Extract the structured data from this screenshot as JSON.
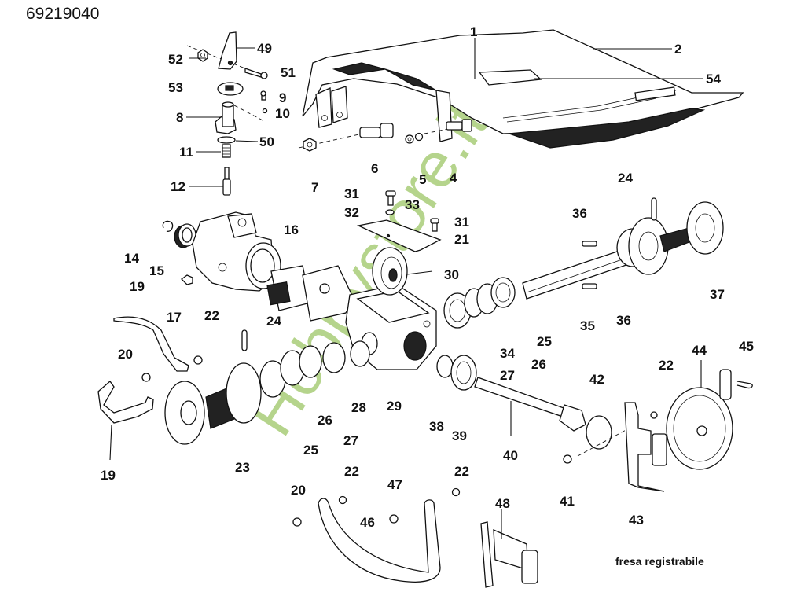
{
  "document": {
    "code": "69219040",
    "caption": "fresa registrabile",
    "watermark": "Hobbystore.it",
    "watermark_color": "#a9cd78"
  },
  "labels": {
    "l1": "1",
    "l2": "2",
    "l4": "4",
    "l5": "5",
    "l6": "6",
    "l7": "7",
    "l8": "8",
    "l9": "9",
    "l10": "10",
    "l11": "11",
    "l12": "12",
    "l14": "14",
    "l15": "15",
    "l16": "16",
    "l17": "17",
    "l19a": "19",
    "l19b": "19",
    "l20a": "20",
    "l20b": "20",
    "l21": "21",
    "l22a": "22",
    "l22b": "22",
    "l22c": "22",
    "l22d": "22",
    "l23": "23",
    "l24a": "24",
    "l24b": "24",
    "l25a": "25",
    "l25b": "25",
    "l26a": "26",
    "l26b": "26",
    "l27a": "27",
    "l27b": "27",
    "l28": "28",
    "l29": "29",
    "l30": "30",
    "l31a": "31",
    "l31b": "31",
    "l32": "32",
    "l33": "33",
    "l34": "34",
    "l35": "35",
    "l36a": "36",
    "l36b": "36",
    "l37": "37",
    "l38": "38",
    "l39": "39",
    "l40": "40",
    "l41": "41",
    "l42": "42",
    "l43": "43",
    "l44": "44",
    "l45": "45",
    "l46": "46",
    "l47": "47",
    "l48": "48",
    "l49": "49",
    "l50": "50",
    "l51": "51",
    "l52": "52",
    "l53": "53",
    "l54": "54"
  }
}
